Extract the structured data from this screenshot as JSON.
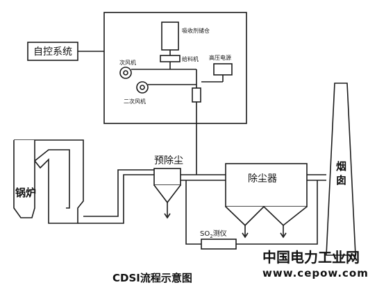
{
  "labels": {
    "control_system": "自控系统",
    "absorbent_silo": "吸收剂储仓",
    "feeder": "给料机",
    "primary_fan": "次风机",
    "high_voltage_supply": "高压电源",
    "secondary_fan": "二次风机",
    "pre_dust_collector": "预除尘",
    "dust_collector": "除尘器",
    "boiler": "锅炉",
    "chimney": "烟囱",
    "so2_meter_prefix": "SO",
    "so2_meter_sub": "2",
    "so2_meter_suffix": "测仪",
    "diagram_title": "CDSI流程示意图"
  },
  "watermark": {
    "name": "中国电力工业网",
    "url": "www.cepow.com",
    "name_color": "#1a9a3a",
    "url_color": "#1a9a3a"
  }
}
